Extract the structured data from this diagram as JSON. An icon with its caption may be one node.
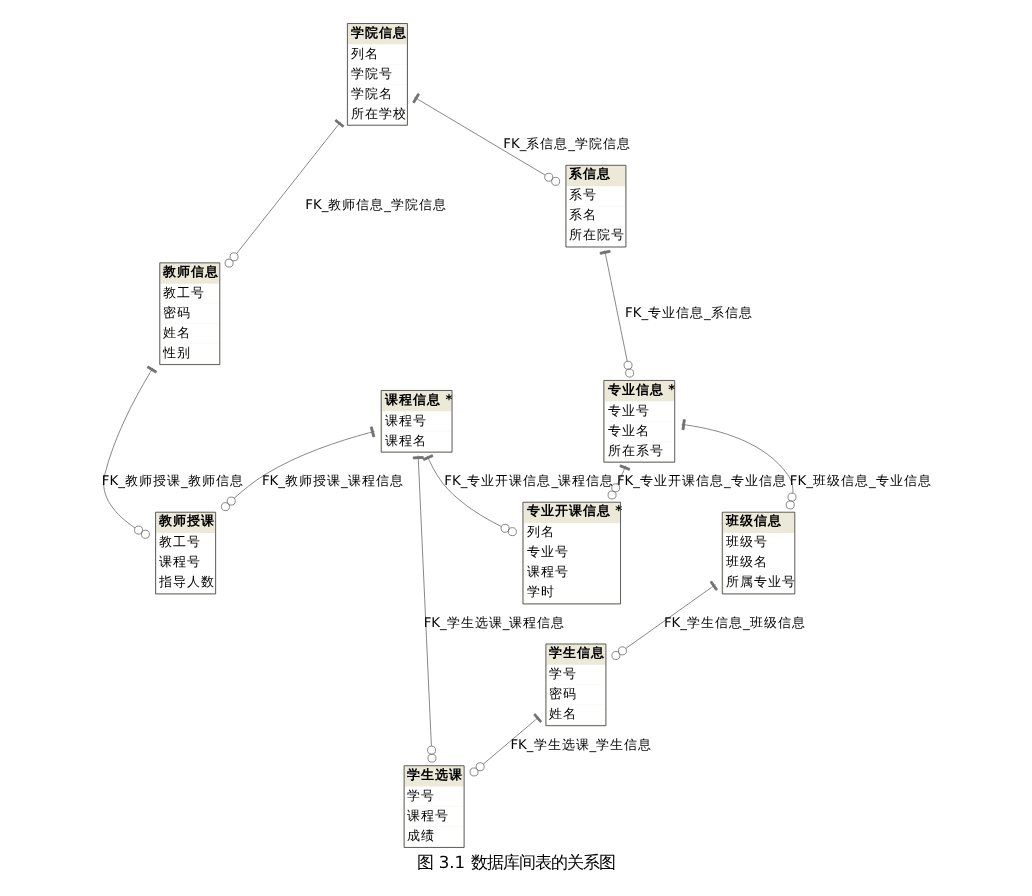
{
  "diagram": {
    "caption": "图 3.1 数据库间表的关系图",
    "nodes": [
      {
        "text": [
          "学院信息",
          "列名",
          "学院号",
          "学院名",
          "所在学校"
        ]
      },
      {
        "text": [
          "教师信息",
          "教工号",
          "密码",
          "姓名",
          "性别"
        ]
      },
      {
        "text": [
          "教师授课",
          "教工号",
          "课程号",
          "指导人数"
        ]
      },
      {
        "text": [
          "课程信息 *",
          "课程号",
          "课程名"
        ]
      },
      {
        "text": [
          "系信息",
          "系号",
          "系名",
          "所在院号"
        ]
      },
      {
        "text": [
          "学生选课",
          "学号",
          "课程号",
          "成绩"
        ]
      },
      {
        "text": [
          "专业开课信息 *",
          "列名",
          "专业号",
          "课程号",
          "学时"
        ]
      },
      {
        "text": [
          "学生信息",
          "学号",
          "密码",
          "姓名"
        ]
      },
      {
        "text": [
          "班级信息",
          "班级号",
          "班级名",
          "所属专业号"
        ]
      },
      {
        "text": [
          "专业信息 *",
          "专业号",
          "专业名",
          "所在系号"
        ]
      }
    ],
    "edges": [
      {
        "from": 2,
        "to": 1,
        "arrow": "other",
        "label": "FK_教师授课_教师信息"
      },
      {
        "from": 1,
        "to": 0,
        "arrow": "other",
        "label": "FK_教师信息_学院信息"
      },
      {
        "from": 2,
        "to": 3,
        "arrow": "other",
        "label": "FK_教师授课_课程信息"
      },
      {
        "from": 4,
        "to": 0,
        "arrow": "other",
        "label": "FK_系信息_学院信息"
      },
      {
        "from": 5,
        "to": 3,
        "arrow": "other",
        "label": "FK_学生选课_课程信息"
      },
      {
        "from": 6,
        "to": 3,
        "arrow": "other",
        "label": "FK_专业开课信息_课程信息"
      },
      {
        "from": 5,
        "to": 7,
        "arrow": "other",
        "label": "FK_学生选课_学生信息"
      },
      {
        "from": 9,
        "to": 4,
        "arrow": "other",
        "label": "FK_专业信息_系信息"
      },
      {
        "from": 7,
        "to": 8,
        "arrow": "other",
        "label": "FK_学生信息_班级信息"
      },
      {
        "from": 6,
        "to": 9,
        "arrow": "other",
        "label": "FK_专业开课信息_专业信息"
      },
      {
        "from": 8,
        "to": 9,
        "arrow": "other",
        "label": "FK_班级信息_专业信息"
      }
    ]
  }
}
